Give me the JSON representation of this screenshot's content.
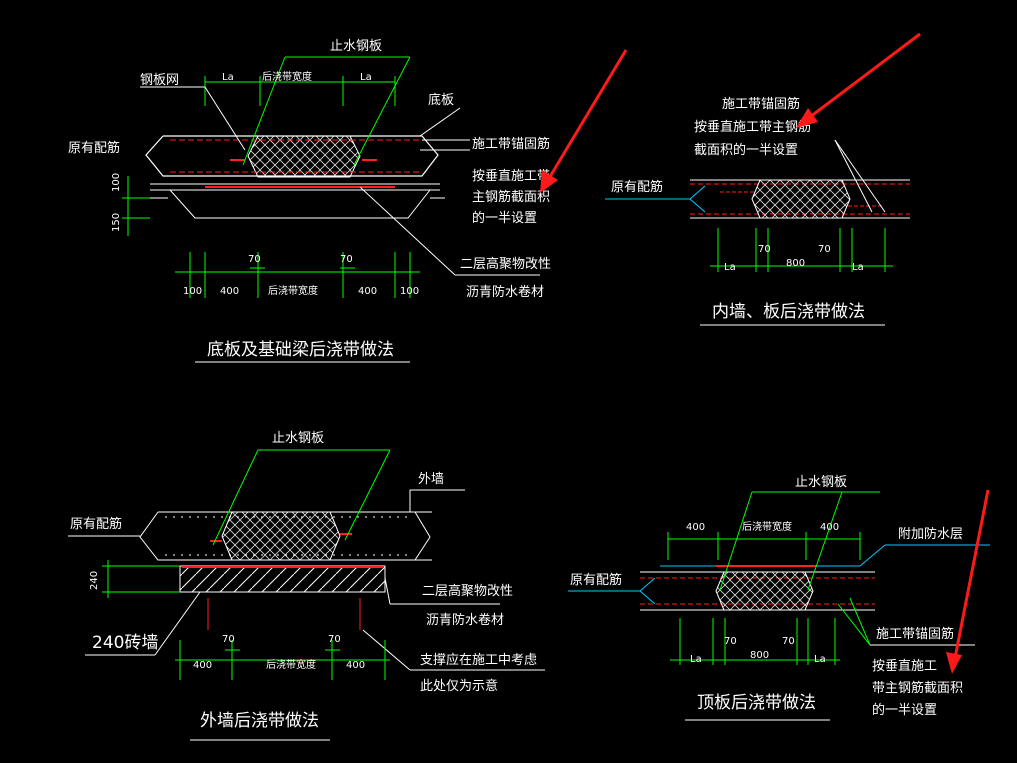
{
  "colors": {
    "background": "#000000",
    "concrete": "#ffffff",
    "dimension": "#00ff00",
    "rebar_red": "#ff2020",
    "leader_green": "#00ff00",
    "leader_cyan": "#00ccff",
    "arrow_red": "#ff1a1a",
    "text": "#ffffff"
  },
  "details": {
    "floor": {
      "title": "底板及基础梁后浇带做法",
      "labels": {
        "waterstop": "止水钢板",
        "mesh": "钢板网",
        "slab": "底板",
        "existing": "原有配筋",
        "anchor": "施工带锚固筋",
        "anchor_note": [
          "按垂直施工带",
          "主钢筋截面积",
          "的一半设置"
        ],
        "membrane": [
          "二层高聚物改性",
          "沥青防水卷材"
        ]
      },
      "dims_top": [
        "La",
        "后浇带宽度",
        "La"
      ],
      "dims_side": [
        "100",
        "150"
      ],
      "dims_small": [
        "70",
        "70"
      ],
      "dims_bottom": [
        "100",
        "400",
        "后浇带宽度",
        "400",
        "100"
      ]
    },
    "inner": {
      "title": "内墙、板后浇带做法",
      "labels": {
        "anchor": "施工带锚固筋",
        "anchor_note": [
          "按垂直施工带主钢筋",
          "截面积的一半设置"
        ],
        "existing": "原有配筋"
      },
      "dims": [
        "La",
        "70",
        "800",
        "70",
        "La"
      ]
    },
    "wall": {
      "title": "外墙后浇带做法",
      "labels": {
        "waterstop": "止水钢板",
        "wall": "外墙",
        "existing": "原有配筋",
        "brick_dim": "240",
        "membrane": [
          "二层高聚物改性",
          "沥青防水卷材"
        ],
        "brick": "240砖墙",
        "support": [
          "支撑应在施工中考虑",
          "此处仅为示意"
        ]
      },
      "dims_small": [
        "70",
        "70"
      ],
      "dims_bottom": [
        "400",
        "后浇带宽度",
        "400"
      ]
    },
    "roof": {
      "title": "顶板后浇带做法",
      "labels": {
        "waterstop": "止水钢板",
        "extra_layer": "附加防水层",
        "existing": "原有配筋",
        "anchor": "施工带锚固筋",
        "anchor_note": [
          "按垂直施工",
          "带主钢筋截面积",
          "的一半设置"
        ]
      },
      "dims_top": [
        "400",
        "后浇带宽度",
        "400"
      ],
      "dims_bottom": [
        "La",
        "70",
        "800",
        "70",
        "La"
      ]
    }
  }
}
